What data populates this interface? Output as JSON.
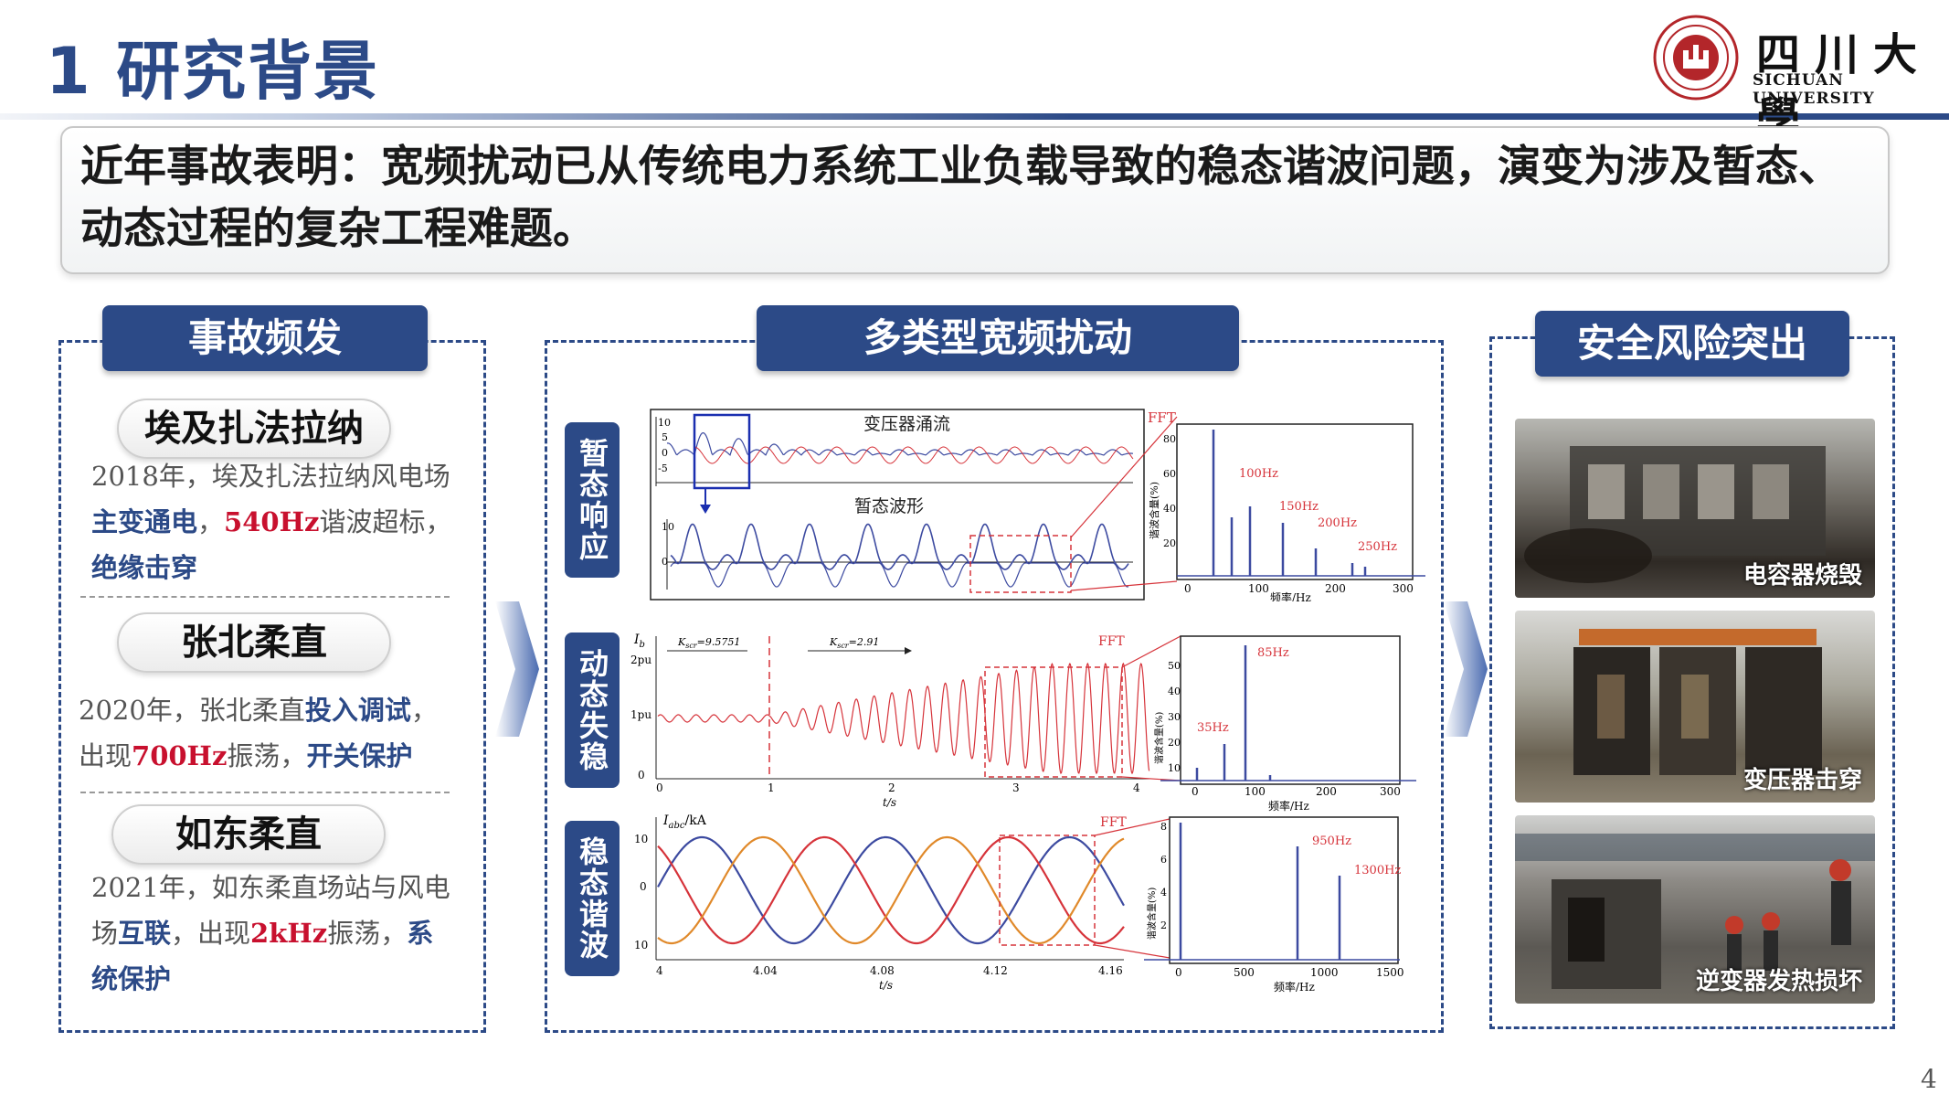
{
  "header": {
    "title": "1 研究背景",
    "logo_cn": "四川大學",
    "logo_en": "SICHUAN UNIVERSITY"
  },
  "summary": "近年事故表明：宽频扰动已从传统电力系统工业负载导致的稳态谐波问题，演变为涉及暂态、动态过程的复杂工程难题。",
  "left": {
    "title": "事故频发",
    "cases": [
      {
        "name": "埃及扎法拉纳",
        "p1": "2018年，埃及扎法拉纳风电场",
        "h1": "主变通电",
        "p2": "，",
        "h2": "540Hz",
        "p3": "谐波超标，",
        "h3": "绝缘击穿",
        "p4": ""
      },
      {
        "name": "张北柔直",
        "p1": "2020年，张北柔直",
        "h1": "投入调试",
        "p2": "，出现",
        "h2": "700Hz",
        "p3": "振荡，",
        "h3": "开关保护",
        "p4": ""
      },
      {
        "name": "如东柔直",
        "p1": "2021年，如东柔直场站与风电场",
        "h1": "互联",
        "p2": "，出现",
        "h2": "2kHz",
        "p3": "振荡，",
        "h3": "系统保护",
        "p4": ""
      }
    ]
  },
  "middle": {
    "title": "多类型宽频扰动",
    "rows": [
      {
        "label": "暂态响应",
        "waveform_top_label": "变压器涌流",
        "waveform_bottom_label": "暂态波形",
        "fft_label": "FFT",
        "fft_ylabel": "谐波含量(%)",
        "fft_xlabel": "频率/Hz",
        "peaks": [
          "100Hz",
          "150Hz",
          "200Hz",
          "250Hz"
        ],
        "top_ticks": [
          "10",
          "5",
          "0",
          "-5"
        ],
        "bottom_ticks": [
          "10",
          "0"
        ],
        "fft_yticks": [
          "80",
          "60",
          "40",
          "20"
        ],
        "fft_xticks": [
          "0",
          "100",
          "200",
          "300"
        ]
      },
      {
        "label": "动态失稳",
        "y_symbol": "I",
        "y_subscript": "b",
        "y_ticks": [
          "2pu",
          "1pu",
          "0"
        ],
        "x_ticks": [
          "0",
          "1",
          "2",
          "3",
          "4"
        ],
        "x_label": "t/s",
        "k1_pre": "K",
        "k1_sub": "scr",
        "k1_post": "=9.5751",
        "k2_pre": "K",
        "k2_sub": "scr",
        "k2_post": "=2.91",
        "fft_label": "FFT",
        "fft_ylabel": "谐波含量(%)",
        "fft_xlabel": "频率/Hz",
        "peaks": [
          "85Hz",
          "35Hz"
        ],
        "fft_yticks": [
          "50",
          "40",
          "30",
          "20",
          "10"
        ],
        "fft_xticks": [
          "0",
          "100",
          "200",
          "300"
        ]
      },
      {
        "label": "稳态谐波",
        "y_symbol": "I",
        "y_subscript": "abc",
        "y_unit": "/kA",
        "y_ticks": [
          "10",
          "0",
          "10"
        ],
        "x_ticks": [
          "4",
          "4.04",
          "4.08",
          "4.12",
          "4.16"
        ],
        "x_label": "t/s",
        "fft_label": "FFT",
        "fft_ylabel": "谐波含量(%)",
        "fft_xlabel": "频率/Hz",
        "peaks": [
          "950Hz",
          "1300Hz"
        ],
        "fft_yticks": [
          "8",
          "6",
          "4",
          "2"
        ],
        "fft_xticks": [
          "0",
          "500",
          "1000",
          "1500"
        ]
      }
    ]
  },
  "right": {
    "title": "安全风险突出",
    "photos": [
      {
        "caption": "电容器烧毁",
        "icon": "burnt-capacitor-photo"
      },
      {
        "caption": "变压器击穿",
        "icon": "burnt-transformer-photo"
      },
      {
        "caption": "逆变器发热损坏",
        "icon": "burnt-inverter-photo"
      }
    ]
  },
  "page_number": "4",
  "colors": {
    "brand": "#2c4a87",
    "highlight_red": "#c8102e",
    "wave_blue": "#3c4aa0",
    "wave_red": "#d6333a",
    "phase_orange": "#e0892a"
  }
}
